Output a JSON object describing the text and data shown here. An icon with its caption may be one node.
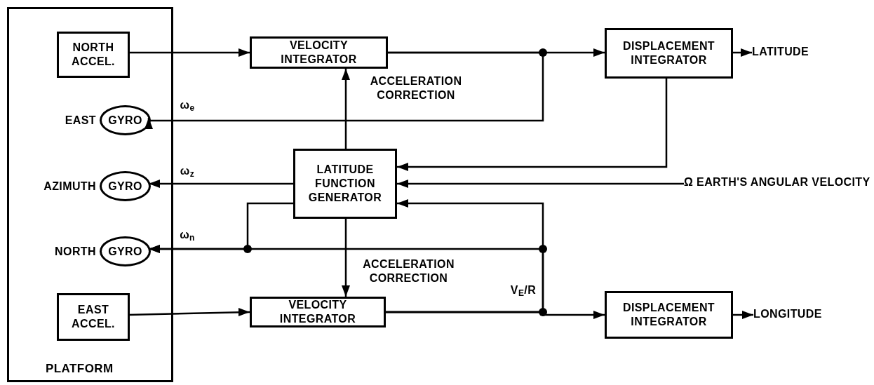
{
  "diagram": {
    "nodes": [
      {
        "text": [
          "PLATFORM"
        ]
      },
      {
        "text": [
          "NORTH ACCEL."
        ],
        "in": 0
      },
      {
        "text": [
          "GYRO"
        ],
        "beside": [
          "EAST"
        ],
        "in": 0
      },
      {
        "text": [
          "GYRO"
        ],
        "beside": [
          "AZIMUTH"
        ],
        "in": 0
      },
      {
        "text": [
          "GYRO"
        ],
        "beside": [
          "NORTH"
        ],
        "in": 0
      },
      {
        "text": [
          "EAST ACCEL."
        ],
        "in": 0
      },
      {
        "text": [
          "VELOCITY INTEGRATOR"
        ]
      },
      {
        "text": [
          "DISPLACEMENT INTEGRATOR"
        ]
      },
      {
        "text": [
          "LATITUDE"
        ]
      },
      {
        "text": [
          "LATITUDE FUNCTION GENERATOR"
        ]
      },
      {
        "text": [
          "Ω EARTH'S ANGULAR VELOCITY"
        ]
      },
      {
        "text": [
          "VELOCITY INTEGRATOR"
        ]
      },
      {
        "text": [
          "DISPLACEMENT INTEGRATOR"
        ]
      },
      {
        "text": [
          "LONGITUDE"
        ]
      }
    ],
    "edges": [
      {
        "from": 1,
        "to": 6,
        "arrow": "to"
      },
      {
        "from": 6,
        "to": 7,
        "arrow": "to"
      },
      {
        "from": 6,
        "to": 2,
        "arrow": "to",
        "label": "ω$_{e}$"
      },
      {
        "from": 7,
        "to": 8,
        "arrow": "to"
      },
      {
        "from": 7,
        "to": 9,
        "arrow": "to"
      },
      {
        "from": 10,
        "to": 9,
        "arrow": "to"
      },
      {
        "from": 9,
        "to": 6,
        "arrow": "to",
        "label": "ACCELERATION CORRECTION"
      },
      {
        "from": 9,
        "to": 3,
        "arrow": "to",
        "label": "ω$_{z}$"
      },
      {
        "from": 9,
        "to": 4,
        "arrow": "to"
      },
      {
        "from": 9,
        "to": 11,
        "arrow": "to",
        "label": "ACCELERATION CORRECTION"
      },
      {
        "from": 5,
        "to": 11,
        "arrow": "to"
      },
      {
        "from": 11,
        "to": 12,
        "arrow": "to"
      },
      {
        "from": 11,
        "to": 9,
        "arrow": "to",
        "label": "V$_{E}$/R"
      },
      {
        "from": 11,
        "to": 4,
        "arrow": "to",
        "label": "ω$_{n}$"
      },
      {
        "from": 12,
        "to": 13,
        "arrow": "to"
      }
    ]
  }
}
